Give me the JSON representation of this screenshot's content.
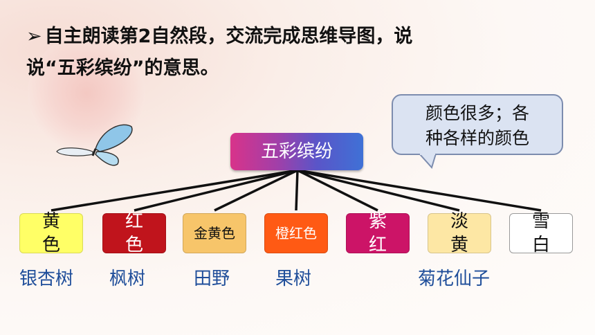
{
  "instruction": {
    "line1": "自主朗读第2自然段，交流完成思维导图，说",
    "line2": "说“五彩缤纷”的意思。"
  },
  "bubble": {
    "line1": "颜色很多；各",
    "line2": "种各样的颜色"
  },
  "center": "五彩缤纷",
  "colors": [
    {
      "text": "黄色",
      "bg": "#ffff66",
      "fg": "#111111"
    },
    {
      "text": "红色",
      "bg": "#c0141c",
      "fg": "#ffffff"
    },
    {
      "text": "金黄色",
      "bg": "#f7c56a",
      "fg": "#111111"
    },
    {
      "text": "橙红色",
      "bg": "#ff5a14",
      "fg": "#ffffff"
    },
    {
      "text": "紫红",
      "bg": "#cc1467",
      "fg": "#ffffff"
    },
    {
      "text": "淡黄",
      "bg": "#fde7a4",
      "fg": "#111111"
    },
    {
      "text": "雪白",
      "bg": "#ffffff",
      "fg": "#111111"
    }
  ],
  "labels": [
    "银杏树",
    "枫树",
    "田野",
    "果树",
    "菊花仙子"
  ]
}
